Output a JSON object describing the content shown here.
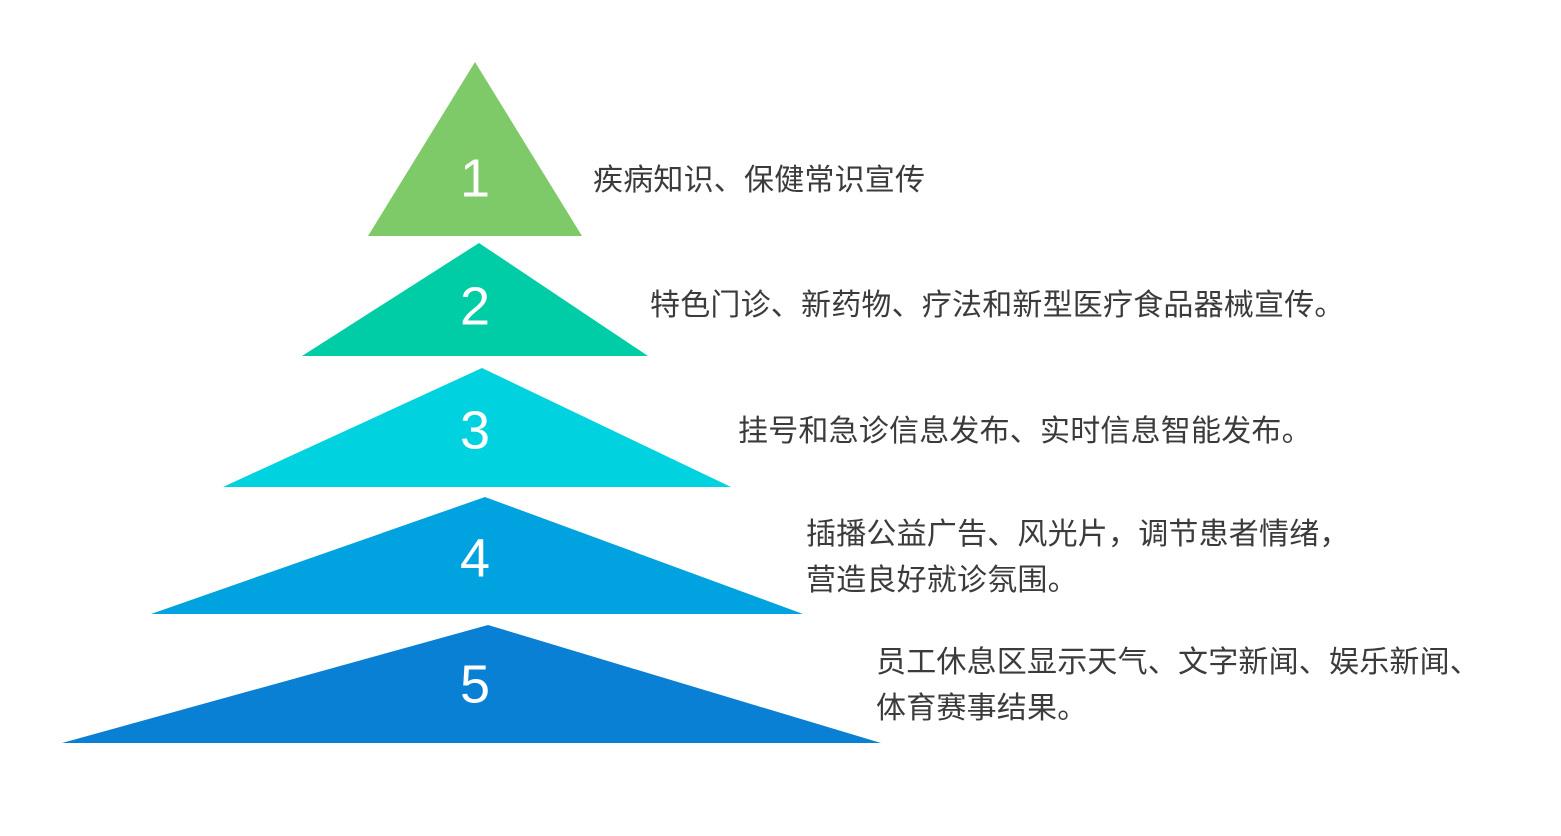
{
  "diagram": {
    "type": "pyramid",
    "title": "",
    "background_color": "#ffffff",
    "text_color": "#3b3b3b",
    "levels": [
      {
        "number": "1",
        "label": "疾病知识、保健常识宣传",
        "color": "#7ec968",
        "position": "top"
      },
      {
        "number": "2",
        "label": "特色门诊、新药物、疗法和新型医疗食品器械宣传。",
        "color": "#00cca5",
        "position": "second"
      },
      {
        "number": "3",
        "label": "挂号和急诊信息发布、实时信息智能发布。",
        "color": "#00d2e0",
        "position": "third"
      },
      {
        "number": "4",
        "label": "插播公益广告、风光片，调节患者情绪，\n营造良好就诊氛围。",
        "color": "#00a3e0",
        "position": "fourth"
      },
      {
        "number": "5",
        "label": "员工休息区显示天气、文字新闻、娱乐新闻、\n体育赛事结果。",
        "color": "#0980d4",
        "position": "bottom"
      }
    ]
  }
}
